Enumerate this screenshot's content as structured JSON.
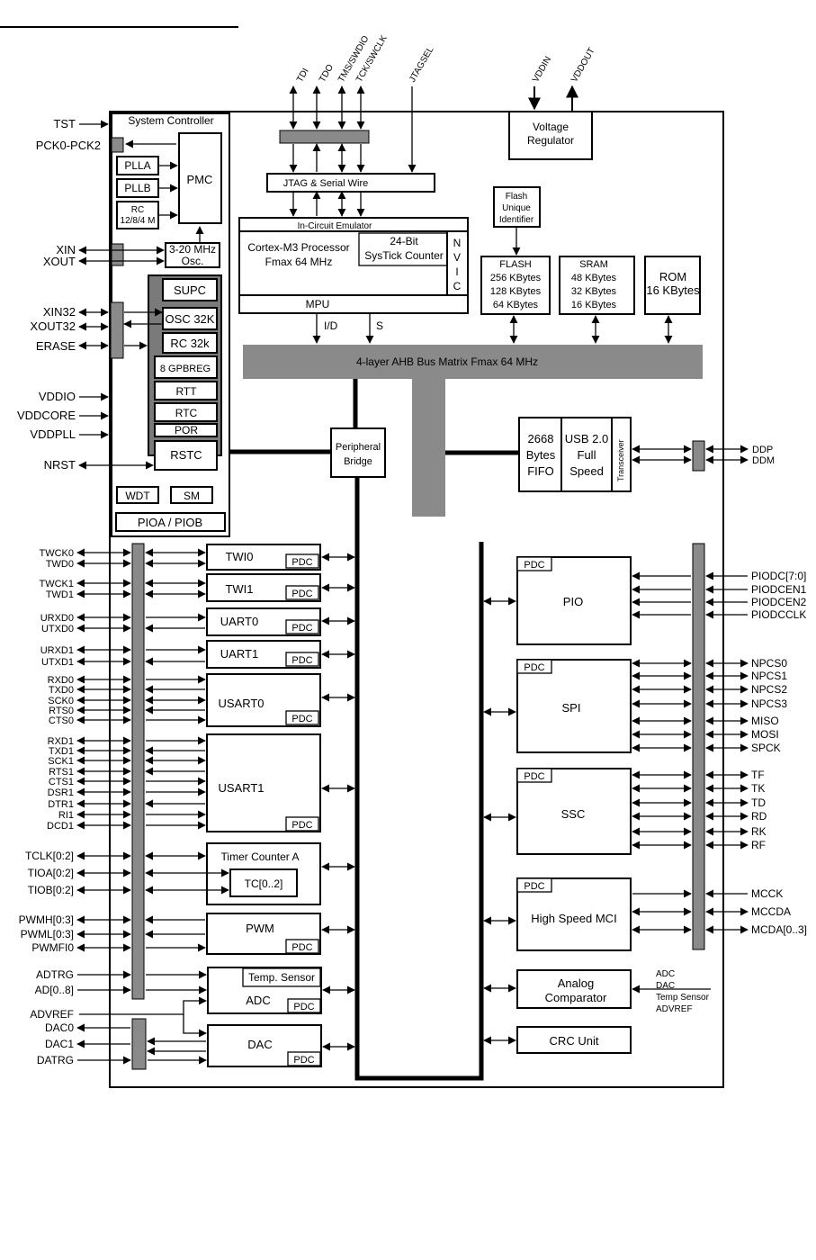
{
  "system_controller": {
    "title": "System Controller",
    "pmc": "PMC",
    "plla": "PLLA",
    "pllb": "PLLB",
    "rc_line1": "RC",
    "rc_line2": "12/8/4 M",
    "osc_line1": "3-20 MHz",
    "osc_line2": "Osc.",
    "supc": "SUPC",
    "osc32k": "OSC 32K",
    "rc32k": "RC 32k",
    "gpbreg": "8 GPBREG",
    "rtt": "RTT",
    "rtc": "RTC",
    "por": "POR",
    "rstc": "RSTC",
    "wdt": "WDT",
    "sm": "SM",
    "pioa_piob": "PIOA / PIOB"
  },
  "left_pins_top": [
    "TST",
    "PCK0-PCK2",
    "XIN",
    "XOUT",
    "XIN32",
    "XOUT32",
    "ERASE",
    "VDDIO",
    "VDDCORE",
    "VDDPLL",
    "NRST"
  ],
  "jtag": {
    "pins": [
      "TDI",
      "TDO",
      "TMS/SWDIO",
      "TCK/SWCLK",
      "JTAGSEL"
    ],
    "label": "JTAG & Serial Wire"
  },
  "power": {
    "pins": [
      "VDDIN",
      "VDDOUT"
    ],
    "regulator_line1": "Voltage",
    "regulator_line2": "Regulator"
  },
  "cpu": {
    "ice": "In-Circuit Emulator",
    "proc_line1": "Cortex-M3 Processor",
    "proc_line2": "Fmax 64 MHz",
    "systick_line1": "24-Bit",
    "systick_line2": "SysTick Counter",
    "nvic": [
      "N",
      "V",
      "I",
      "C"
    ],
    "mpu": "MPU",
    "id": "I/D",
    "s": "S"
  },
  "flash_uid": [
    "Flash",
    "Unique",
    "Identifier"
  ],
  "flash": [
    "FLASH",
    "256 KBytes",
    "128 KBytes",
    "64 KBytes"
  ],
  "sram": [
    "SRAM",
    "48 KBytes",
    "32 KBytes",
    "16 KBytes"
  ],
  "rom": [
    "ROM",
    "16 KBytes"
  ],
  "bus_matrix": "4-layer AHB Bus Matrix  Fmax 64 MHz",
  "peripheral_bridge": [
    "Peripheral",
    "Bridge"
  ],
  "usb": {
    "fifo": [
      "2668",
      "Bytes",
      "FIFO"
    ],
    "device": [
      "USB 2.0",
      "Full",
      "Speed"
    ],
    "transceiver": "Transceiver",
    "pins": [
      "DDP",
      "DDM"
    ]
  },
  "pdc": "PDC",
  "left_periph": {
    "twi0": "TWI0",
    "twi1": "TWI1",
    "uart0": "UART0",
    "uart1": "UART1",
    "usart0": "USART0",
    "usart1": "USART1",
    "tc": "Timer Counter A",
    "tc_inner": "TC[0..2]",
    "pwm": "PWM",
    "temp_sensor": "Temp. Sensor",
    "adc": "ADC",
    "dac": "DAC"
  },
  "left_pins_bottom": [
    "TWCK0",
    "TWD0",
    "TWCK1",
    "TWD1",
    "URXD0",
    "UTXD0",
    "URXD1",
    "UTXD1",
    "RXD0",
    "TXD0",
    "SCK0",
    "RTS0",
    "CTS0",
    "RXD1",
    "TXD1",
    "SCK1",
    "RTS1",
    "CTS1",
    "DSR1",
    "DTR1",
    "RI1",
    "DCD1",
    "TCLK[0:2]",
    "TIOA[0:2]",
    "TIOB[0:2]",
    "PWMH[0:3]",
    "PWML[0:3]",
    "PWMFI0",
    "ADTRG",
    "AD[0..8]",
    "ADVREF",
    "DAC0",
    "DAC1",
    "DATRG"
  ],
  "right_periph": {
    "pio": "PIO",
    "spi": "SPI",
    "ssc": "SSC",
    "hsmci": "High Speed MCI",
    "comparator": [
      "Analog",
      "Comparator"
    ],
    "crc": "CRC Unit"
  },
  "comparator_inputs": [
    "ADC",
    "DAC",
    "Temp Sensor",
    "ADVREF"
  ],
  "right_pins": [
    "PIODC[7:0]",
    "PIODCEN1",
    "PIODCEN2",
    "PIODCCLK",
    "NPCS0",
    "NPCS1",
    "NPCS2",
    "NPCS3",
    "MISO",
    "MOSI",
    "SPCK",
    "TF",
    "TK",
    "TD",
    "RD",
    "RK",
    "RF",
    "MCCK",
    "MCCDA",
    "MCDA[0..3]"
  ]
}
